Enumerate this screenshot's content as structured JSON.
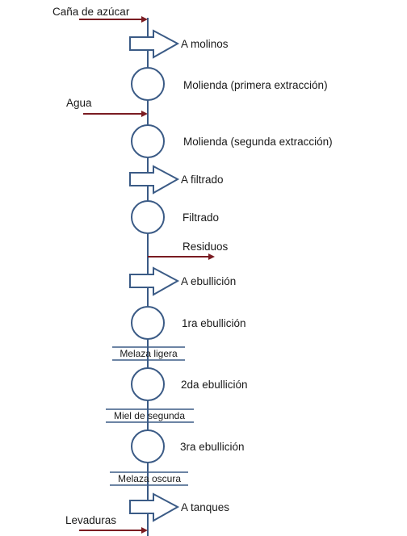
{
  "colors": {
    "line": "#3b5b86",
    "feed_arrow": "#7a1c22",
    "text": "#1a1a1a"
  },
  "inputs": {
    "cane": "Caña de azúcar",
    "water": "Agua",
    "waste": "Residuos",
    "yeast": "Levaduras"
  },
  "transfers": {
    "to_mills": "A molinos",
    "to_filter": "A filtrado",
    "to_boiling": "A ebullición",
    "to_tanks": "A tanques"
  },
  "stages": {
    "milling_1": "Molienda (primera extracción)",
    "milling_2": "Molienda (segunda extracción)",
    "filtering": "Filtrado",
    "boiling_1": "1ra ebullición",
    "boiling_2": "2da ebullición",
    "boiling_3": "3ra ebullición"
  },
  "products": {
    "light_molasses": "Melaza ligera",
    "second_honey": "Miel de segunda",
    "dark_molasses": "Melaza oscura"
  }
}
